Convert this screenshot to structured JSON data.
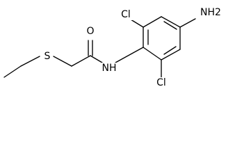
{
  "atom_labels": {
    "chlorine_top": "Cl",
    "chlorine_bottom": "Cl",
    "amino_group": "NH2",
    "amide_nitrogen": "NH",
    "carbonyl_oxygen": "O",
    "thioether_sulfur": "S"
  },
  "colors": {
    "bond": "#000000",
    "label": "#000000",
    "background": "#ffffff"
  }
}
